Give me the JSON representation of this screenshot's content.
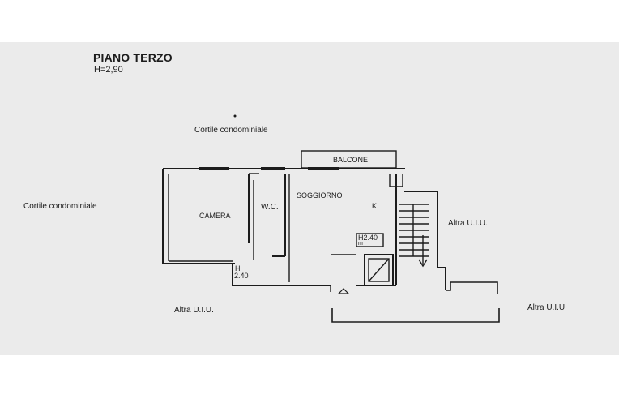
{
  "header": {
    "title": "PIANO TERZO",
    "height_label": "H=2,90"
  },
  "surroundings": {
    "courtyard_top": "Cortile condominiale",
    "courtyard_left": "Cortile condominiale",
    "unit_right_upper": "Altra U.I.U.",
    "unit_bottom_left": "Altra U.I.U.",
    "unit_bottom_right": "Altra U.I.U"
  },
  "rooms": {
    "balcony": "BALCONE",
    "bedroom": "CAMERA",
    "bathroom": "W.C.",
    "living": "SOGGIORNO",
    "kitchen": "K"
  },
  "heights": {
    "h_bath_letter": "H",
    "h_bath_value": "2.40",
    "h_kitchen_value": "H2.40",
    "h_kitchen_unit": "m"
  },
  "colors": {
    "paper": "#ebebeb",
    "ink": "#1c1c1c"
  }
}
